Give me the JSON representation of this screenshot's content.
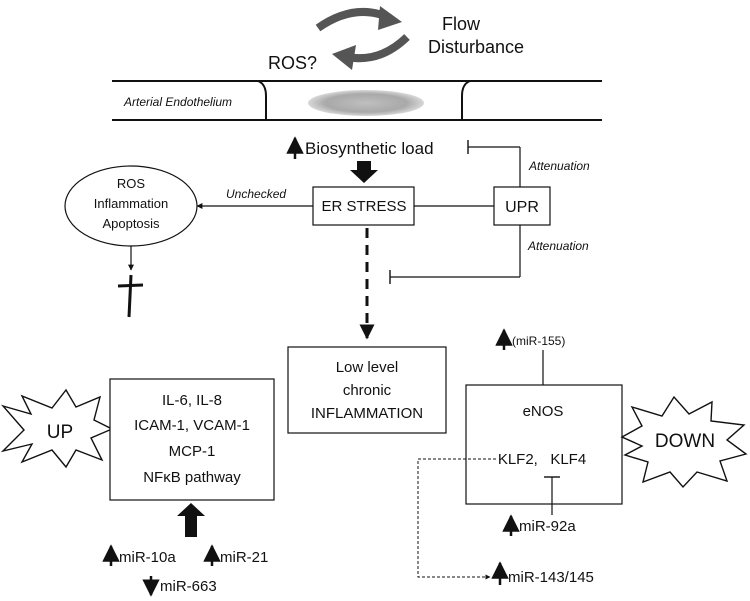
{
  "top": {
    "flow_line1": "Flow",
    "flow_line2": "Disturbance",
    "ros_question": "ROS?",
    "endothelium": "Arterial Endothelium"
  },
  "upper": {
    "biosynthetic": "Biosynthetic load",
    "er_stress": "ER STRESS",
    "upr": "UPR",
    "attenuation_top": "Attenuation",
    "attenuation_bottom": "Attenuation",
    "unchecked": "Unchecked",
    "ellipse_lines": [
      "ROS",
      "Inflammation",
      "Apoptosis"
    ]
  },
  "center": {
    "inflammation_lines": [
      "Low level",
      "chronic",
      "INFLAMMATION"
    ]
  },
  "left": {
    "up_label": "UP",
    "marker_lines": [
      "IL-6, IL-8",
      "ICAM-1, VCAM-1",
      "MCP-1",
      "NFκB pathway"
    ],
    "mir10a": "miR-10a",
    "mir21": "miR-21",
    "mir663": "miR-663"
  },
  "right": {
    "down_label": "DOWN",
    "mir155": "(miR-155)",
    "enos": "eNOS",
    "klf": "KLF2,   KLF4",
    "mir92a": "miR-92a",
    "mir143": "miR-143/145"
  }
}
